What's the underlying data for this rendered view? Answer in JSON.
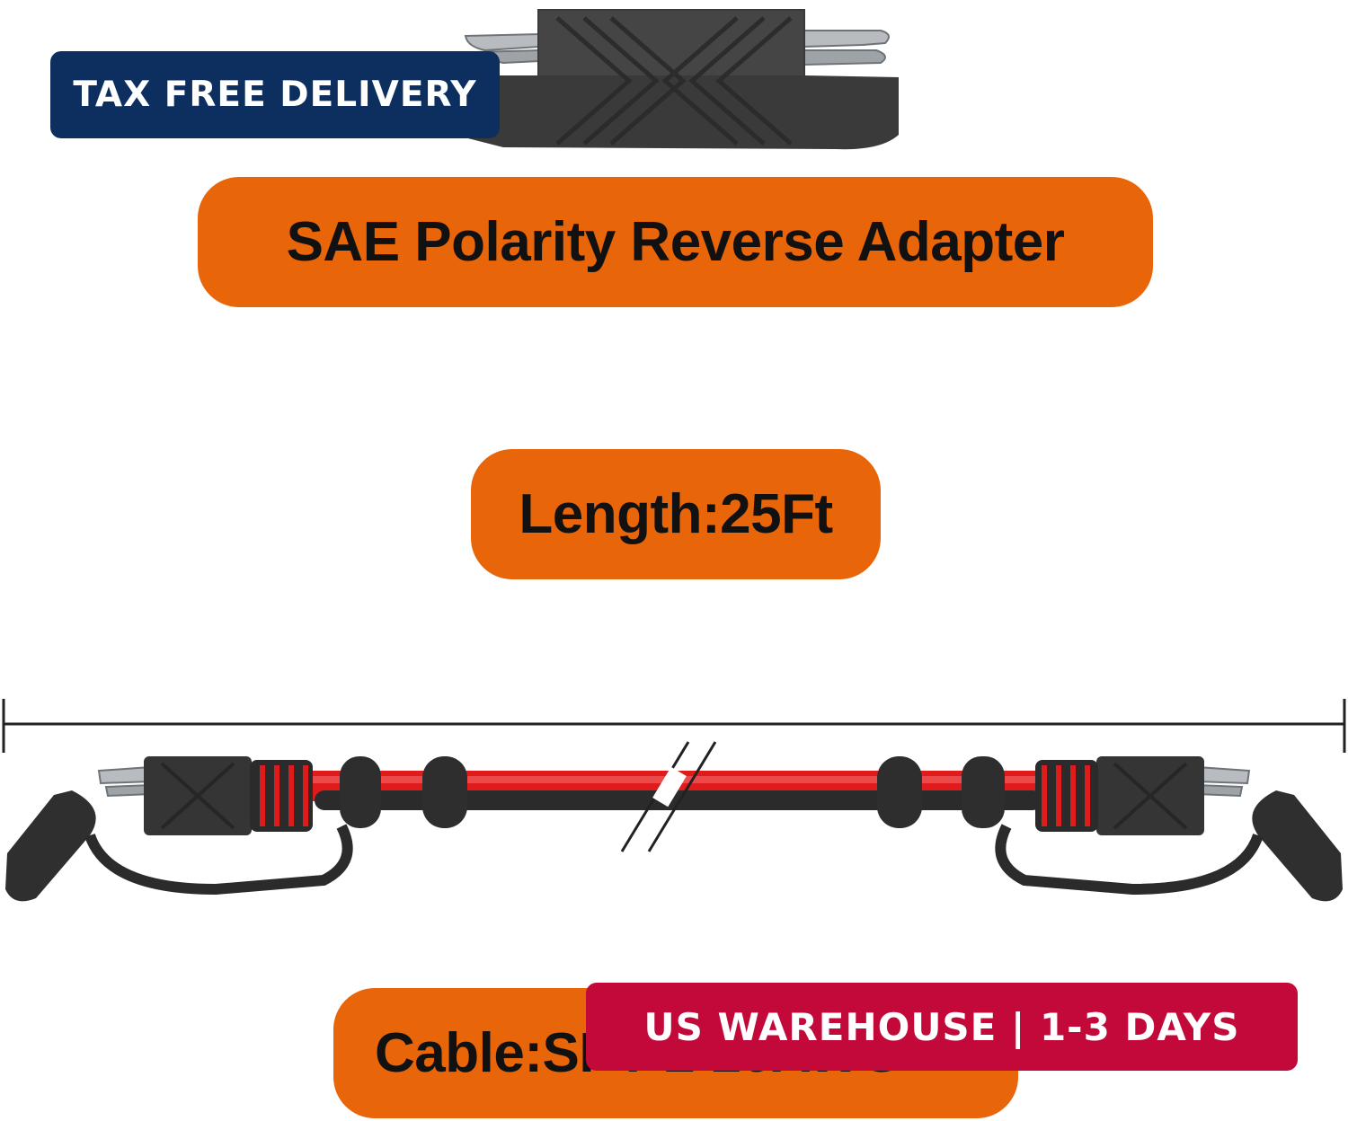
{
  "badges": {
    "tax_free": "TAX FREE DELIVERY",
    "warehouse": "US WAREHOUSE | 1-3 DAYS"
  },
  "labels": {
    "title": "SAE Polarity Reverse Adapter",
    "length": "Length:25Ft",
    "cable": "Cable:SPT-2 16AWG"
  },
  "colors": {
    "pill_orange": "#e8650a",
    "badge_navy": "#0c2f60",
    "badge_red": "#c3093a",
    "cable_red": "#e01b1b",
    "plastic_dark": "#2b2b2b"
  }
}
